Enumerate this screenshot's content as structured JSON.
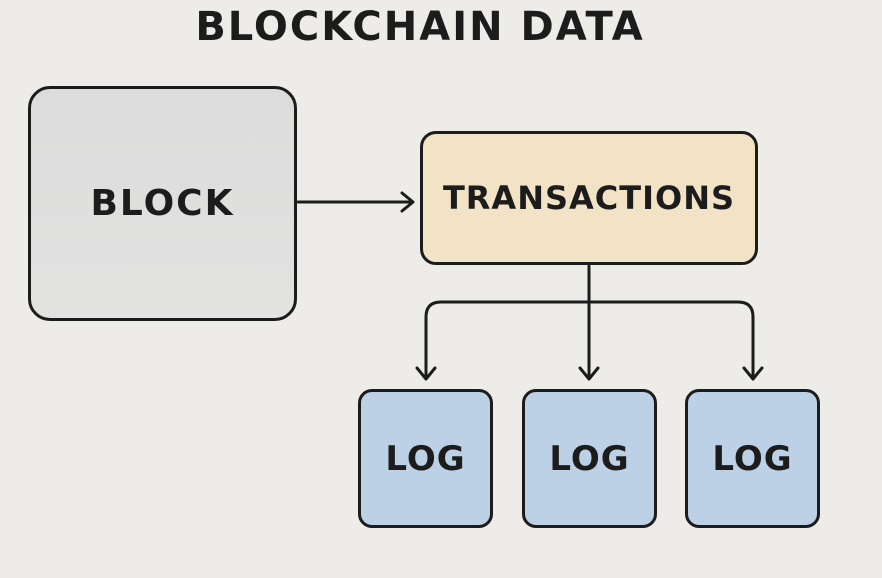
{
  "title": "BLOCKCHAIN DATA",
  "nodes": {
    "block": "BLOCK",
    "transactions": "TRANSACTIONS",
    "logs": [
      "LOG",
      "LOG",
      "LOG"
    ]
  },
  "colors": {
    "background": "#edece8",
    "block_fill": "#dcdcdc",
    "transactions_fill": "#f3e3c6",
    "log_fill": "#bcd0e6",
    "stroke": "#1c1c1c"
  }
}
